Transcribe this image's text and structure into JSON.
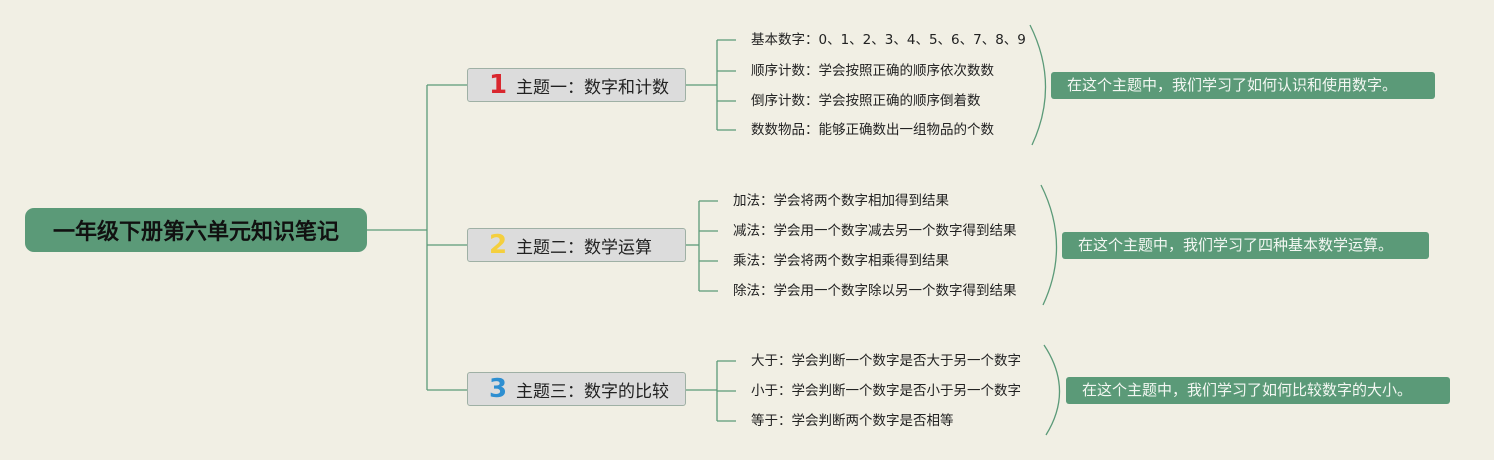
{
  "colors": {
    "background": "#f1efe4",
    "accent": "#5b9a78",
    "line": "#5b9a78",
    "topic_box": "#dcdcdc",
    "num1": "#d9272e",
    "num2": "#f4cf3e",
    "num3": "#2e8fd1"
  },
  "root": {
    "title": "一年级下册第六单元知识笔记"
  },
  "topics": [
    {
      "number": "1",
      "title": "主题一：数字和计数",
      "items": [
        "基本数字：0、1、2、3、4、5、6、7、8、9",
        "顺序计数：学会按照正确的顺序依次数数",
        "倒序计数：学会按照正确的顺序倒着数",
        "数数物品：能够正确数出一组物品的个数"
      ],
      "summary": "在这个主题中，我们学习了如何认识和使用数字。"
    },
    {
      "number": "2",
      "title": "主题二：数学运算",
      "items": [
        "加法：学会将两个数字相加得到结果",
        "减法：学会用一个数字减去另一个数字得到结果",
        "乘法：学会将两个数字相乘得到结果",
        "除法：学会用一个数字除以另一个数字得到结果"
      ],
      "summary": "在这个主题中，我们学习了四种基本数学运算。"
    },
    {
      "number": "3",
      "title": "主题三：数字的比较",
      "items": [
        "大于：学会判断一个数字是否大于另一个数字",
        "小于：学会判断一个数字是否小于另一个数字",
        "等于：学会判断两个数字是否相等"
      ],
      "summary": "在这个主题中，我们学习了如何比较数字的大小。"
    }
  ]
}
